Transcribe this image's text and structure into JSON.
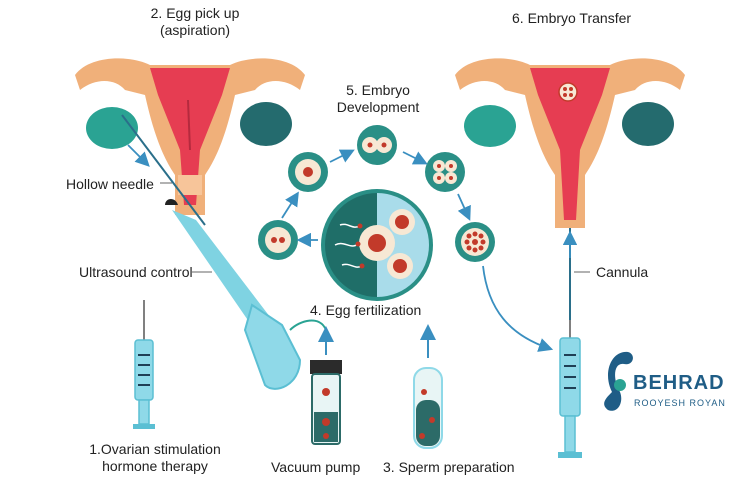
{
  "labels": {
    "step2": "2. Egg pick up",
    "step2_sub": "(aspiration)",
    "step6": "6. Embryo Transfer",
    "step5": "5. Embryo",
    "step5_sub": "Development",
    "hollow_needle": "Hollow needle",
    "ultrasound_control": "Ultrasound control",
    "step4": "4. Egg fertilization",
    "cannula": "Cannula",
    "step1": "1.Ovarian stimulation",
    "step1_sub": "hormone therapy",
    "vacuum_pump": "Vacuum pump",
    "step3": "3. Sperm preparation"
  },
  "brand": {
    "name": "BEHRAD",
    "tagline": "ROOYESH ROYAN"
  },
  "colors": {
    "uterus_outer": "#f0b07a",
    "uterus_inner": "#e63d52",
    "ovary_left": "#2aa393",
    "ovary_right": "#246b6e",
    "cell_ring": "#2a8f86",
    "cell_bg": "#f7e8d4",
    "nucleus": "#c23a2a",
    "arrow": "#3a8fc0",
    "syringe": "#8fd9e8",
    "tube_fill": "#2c6b68",
    "brand": "#1f5d86"
  }
}
